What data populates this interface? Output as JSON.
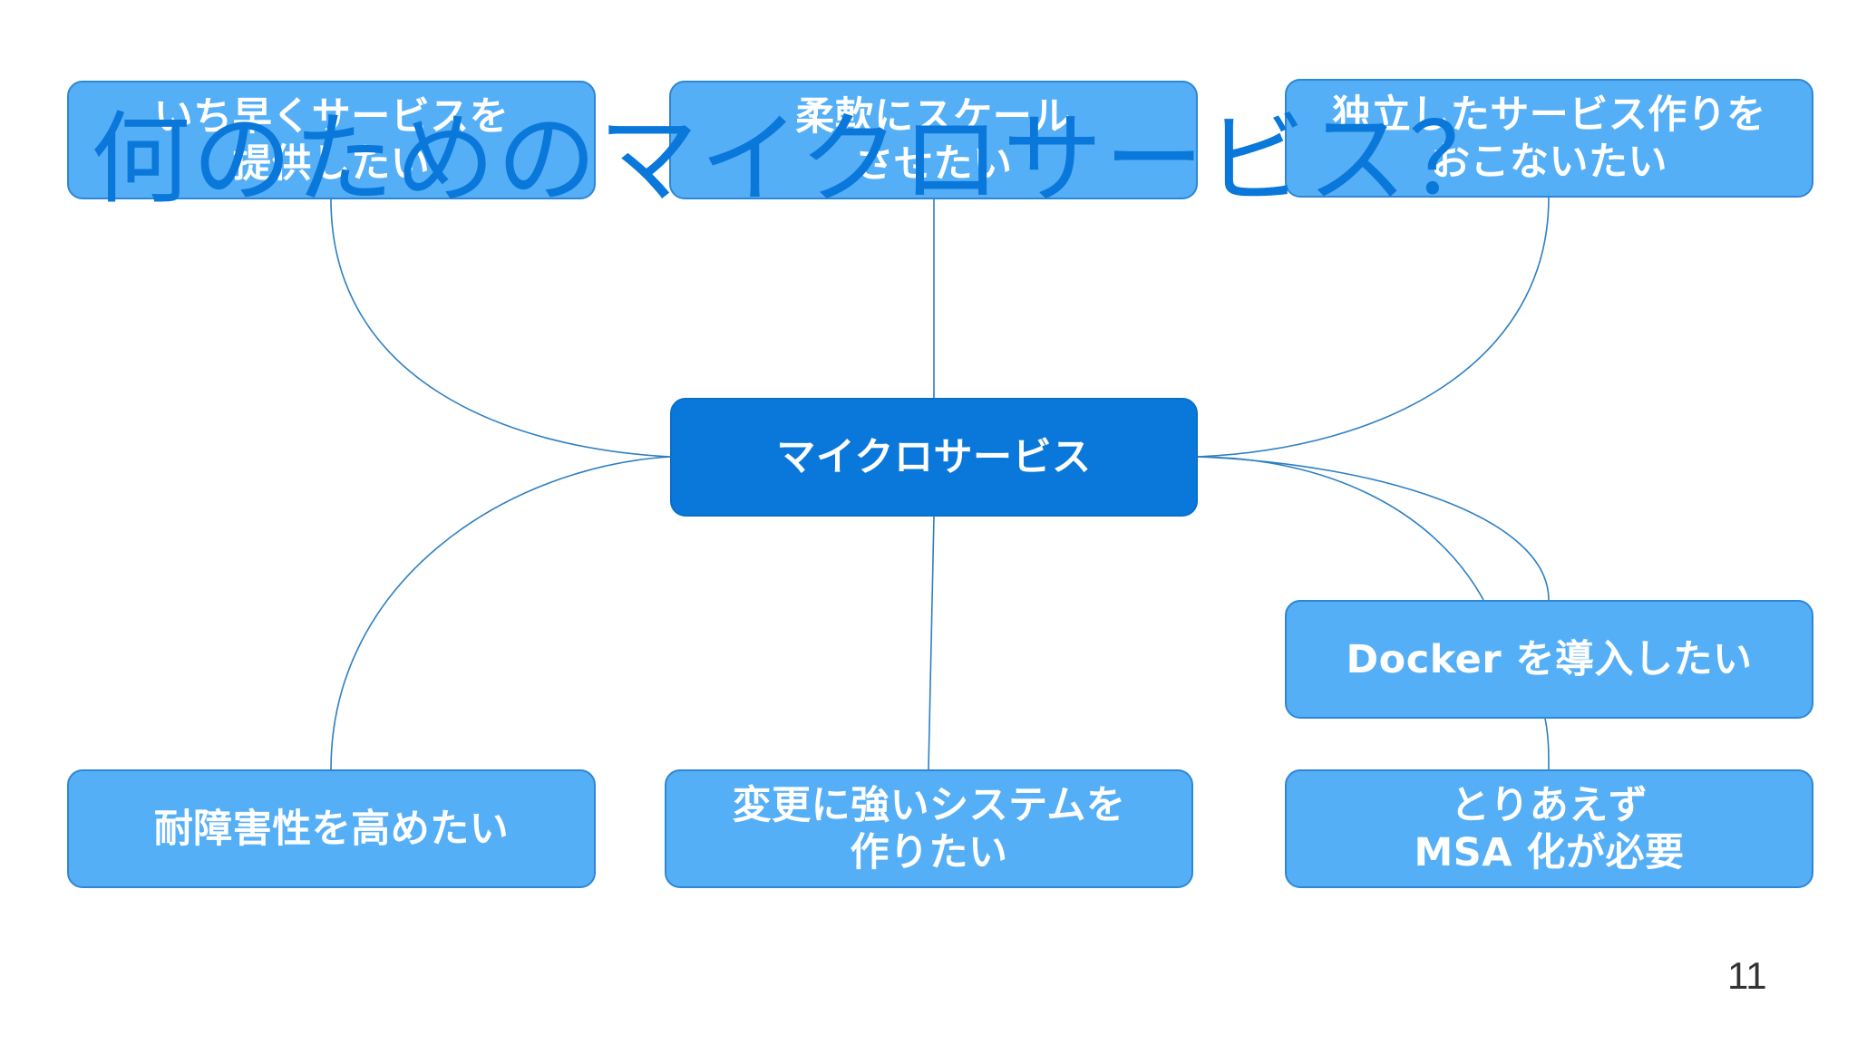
{
  "title": "何のためのマイクロサービス？",
  "page_number": "11",
  "nodes": {
    "center": "マイクロサービス",
    "top_left": "いち早くサービスを\n提供したい",
    "top_middle": "柔軟にスケール\nさせたい",
    "top_right": "独立したサービス作りを\nおこないたい",
    "docker": "Docker を導入したい",
    "bottom_left": "耐障害性を高めたい",
    "bottom_middle": "変更に強いシステムを\n作りたい",
    "bottom_right": "とりあえず\nMSA 化が必要"
  },
  "colors": {
    "center_fill": "#0a78da",
    "node_fill": "#55aff7",
    "node_border": "#2f86d4",
    "connector": "#2d7fc2",
    "title": "#0a78da",
    "text": "#ffffff"
  }
}
